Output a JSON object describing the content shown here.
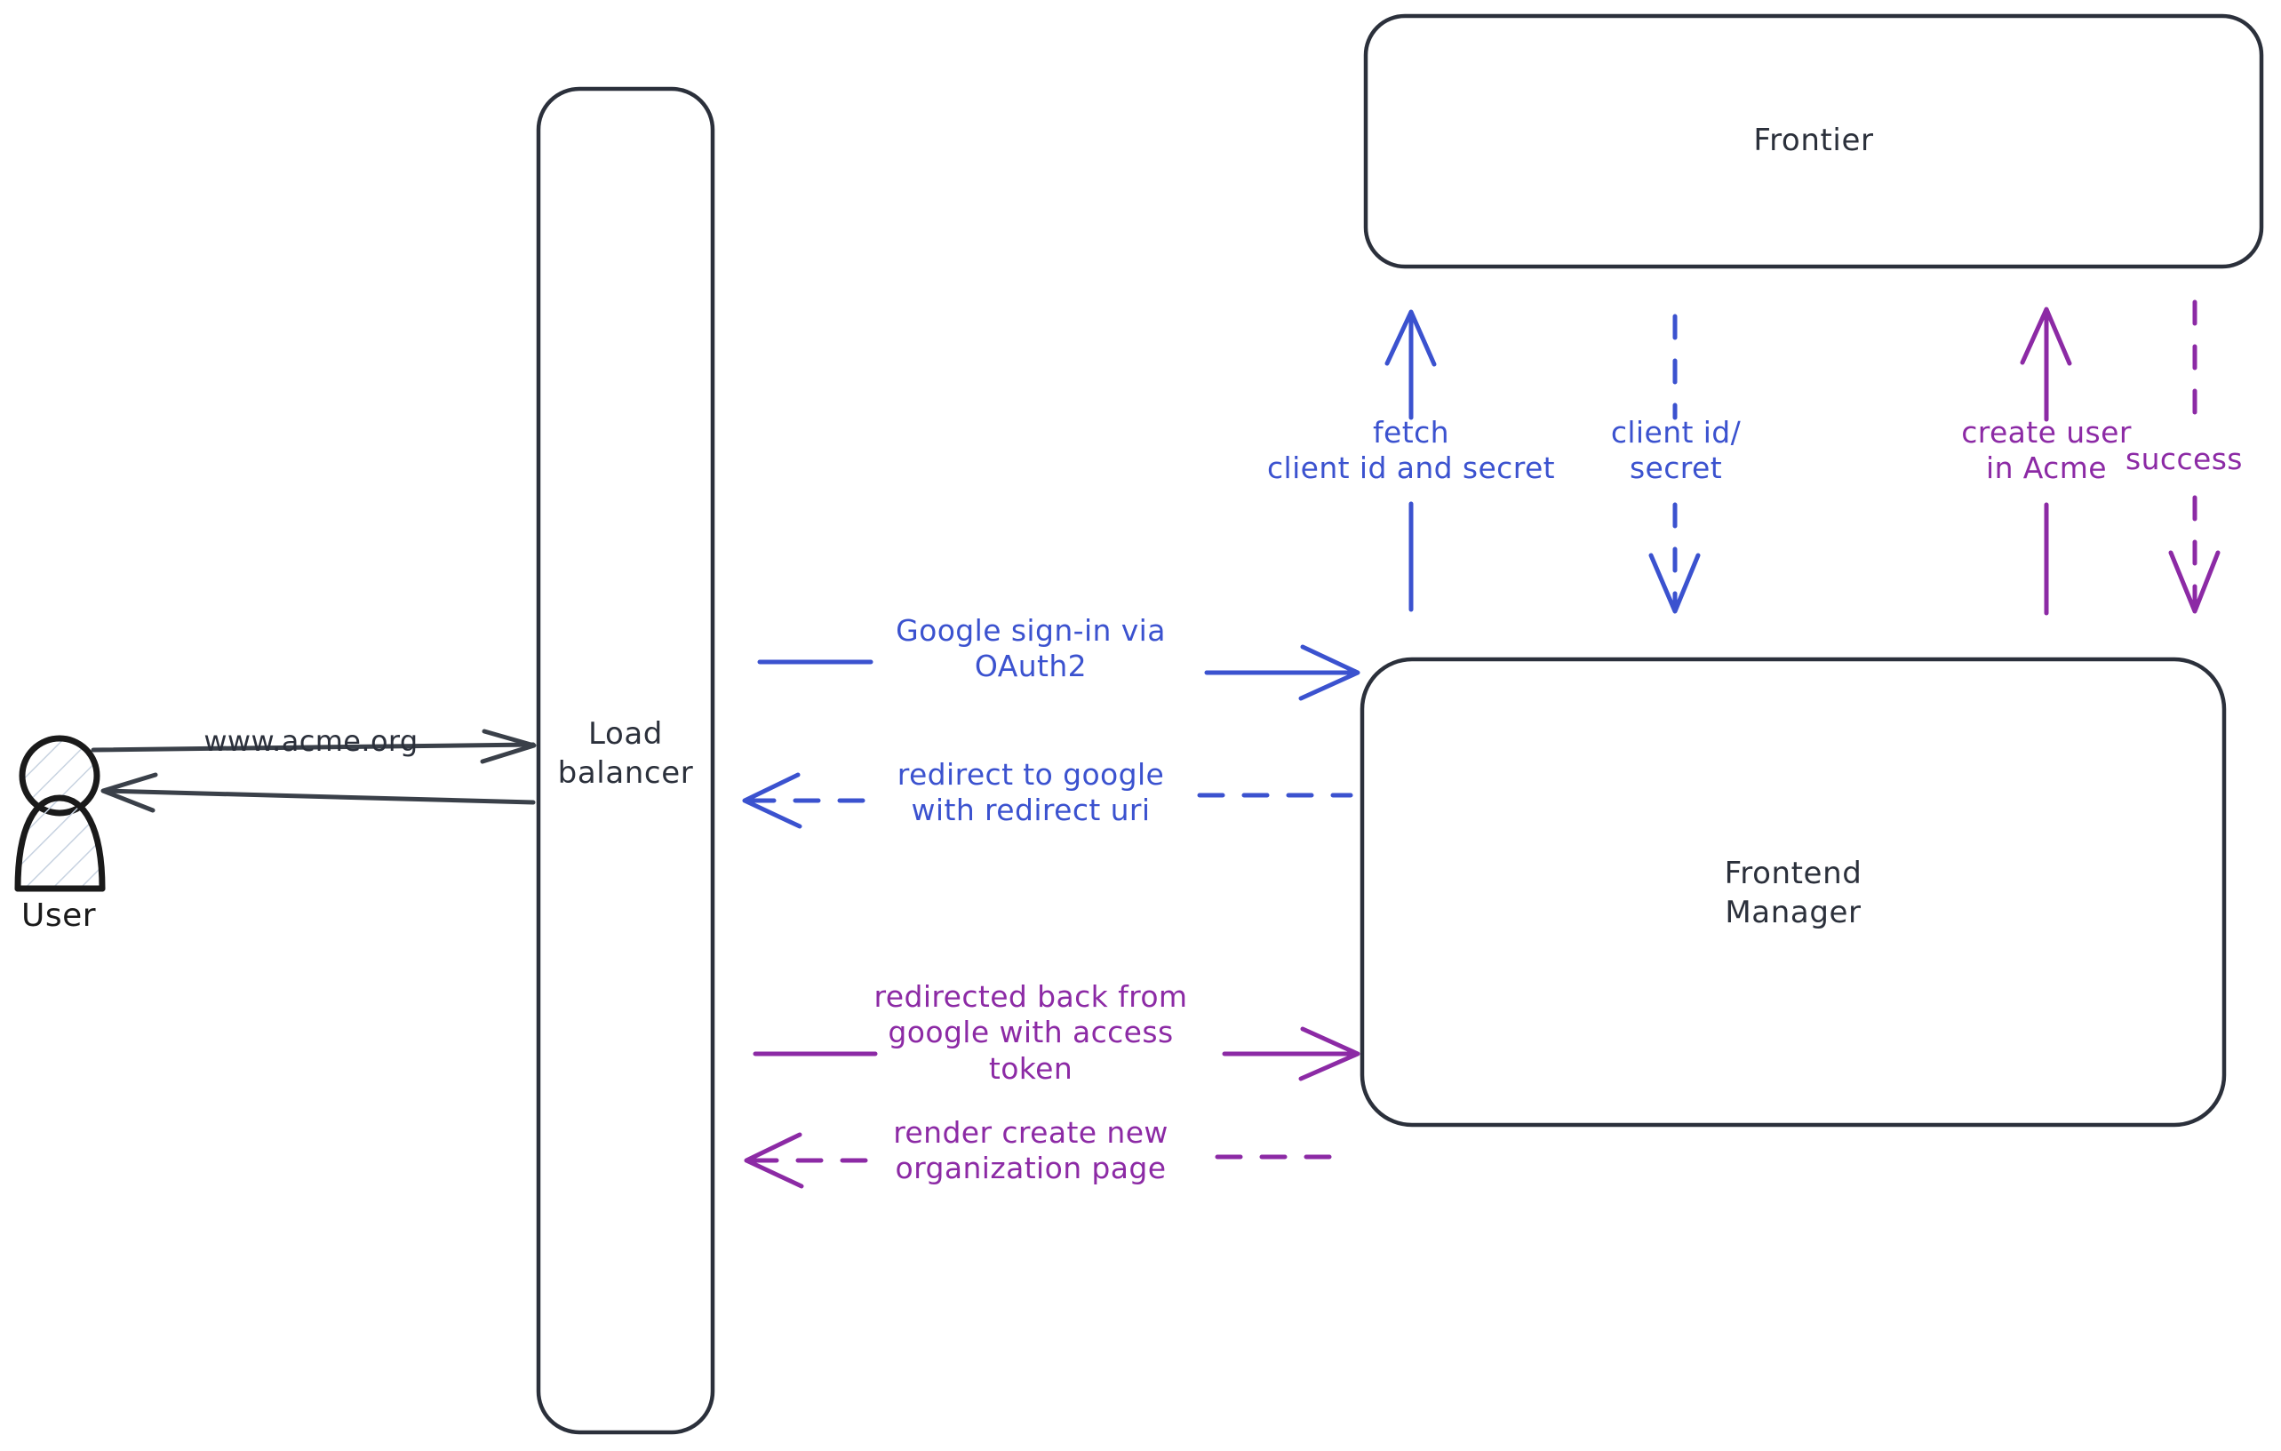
{
  "diagram": {
    "title": "OAuth2 Google sign-in sequence diagram",
    "background": "#ffffff",
    "colors": {
      "stroke_dark": "#2b303b",
      "blue": "#3b52cf",
      "purple": "#8c2aa5",
      "actor_fill": "#ffffff",
      "actor_hatch": "#c7d2e0"
    }
  },
  "actors": [
    {
      "id": "user",
      "name": "user-actor",
      "label": "User"
    }
  ],
  "nodes": [
    {
      "id": "load-balancer",
      "name": "load-balancer-node",
      "label": "Load\nbalancer"
    },
    {
      "id": "frontier",
      "name": "frontier-node",
      "label": "Frontier"
    },
    {
      "id": "frontend-manager",
      "name": "frontend-manager-node",
      "label": "Frontend\nManager"
    }
  ],
  "edges": [
    {
      "id": "user-to-lb",
      "name": "edge-user-to-load-balancer",
      "label": "www.acme.org",
      "color": "#2b303b",
      "style": "solid",
      "direction": "right"
    },
    {
      "id": "lb-to-user",
      "name": "edge-load-balancer-to-user",
      "label": "",
      "color": "#2b303b",
      "style": "solid",
      "direction": "left"
    },
    {
      "id": "lb-to-fm-signin",
      "name": "edge-google-signin-via-oauth2",
      "label": "Google sign-in via\nOAuth2",
      "color": "#3b52cf",
      "style": "solid",
      "direction": "right"
    },
    {
      "id": "fm-to-lb-redirect",
      "name": "edge-redirect-to-google",
      "label": "redirect to google\nwith redirect uri",
      "color": "#3b52cf",
      "style": "dashed",
      "direction": "left"
    },
    {
      "id": "lb-to-fm-token",
      "name": "edge-redirected-back-with-access-token",
      "label": "redirected back from\ngoogle with access\ntoken",
      "color": "#8c2aa5",
      "style": "solid",
      "direction": "right"
    },
    {
      "id": "fm-to-lb-render",
      "name": "edge-render-create-new-organization-page",
      "label": "render create new\norganization page",
      "color": "#8c2aa5",
      "style": "dashed",
      "direction": "left"
    },
    {
      "id": "fm-to-frontier-fetch",
      "name": "edge-fetch-client-id-and-secret",
      "label": "fetch\nclient id and secret",
      "color": "#3b52cf",
      "style": "solid",
      "direction": "up"
    },
    {
      "id": "frontier-to-fm-creds",
      "name": "edge-client-id-secret",
      "label": "client id/\nsecret",
      "color": "#3b52cf",
      "style": "dashed",
      "direction": "down"
    },
    {
      "id": "fm-to-frontier-create-user",
      "name": "edge-create-user-in-acme",
      "label": "create user\nin Acme",
      "color": "#8c2aa5",
      "style": "solid",
      "direction": "up"
    },
    {
      "id": "frontier-to-fm-success",
      "name": "edge-success",
      "label": "success",
      "color": "#8c2aa5",
      "style": "dashed",
      "direction": "down"
    }
  ]
}
